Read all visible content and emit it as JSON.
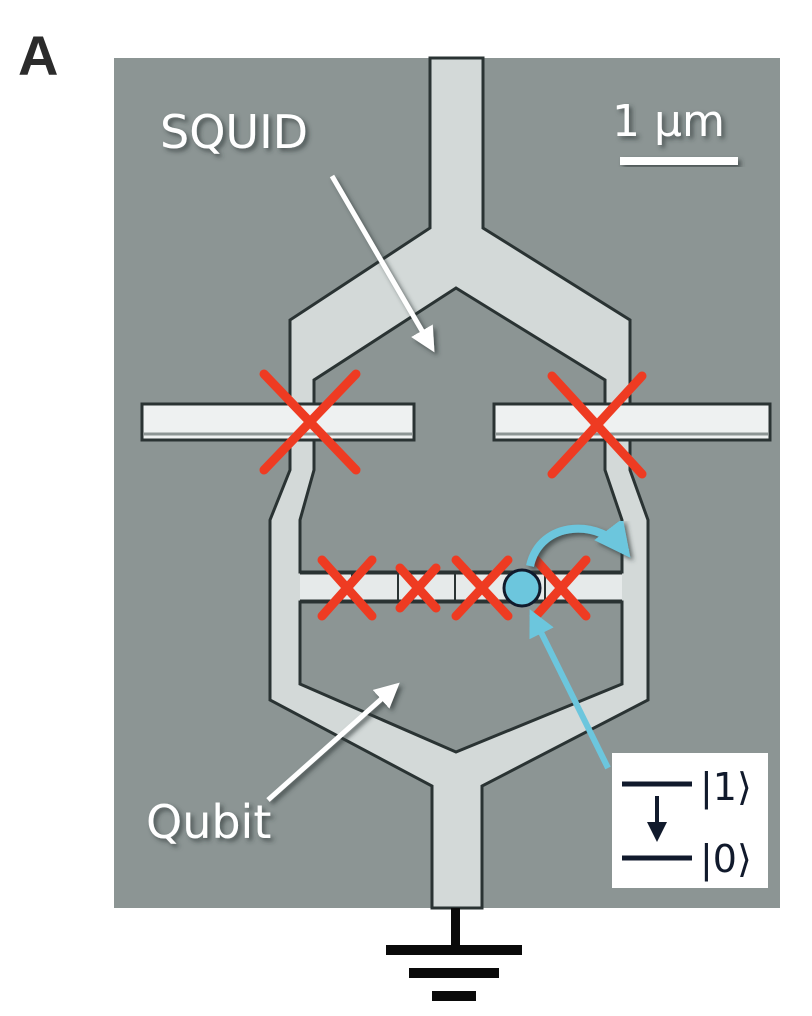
{
  "figure": {
    "panel_label": "A",
    "scale_bar": {
      "label": "1 μm"
    },
    "labels": {
      "squid": "SQUID",
      "qubit": "Qubit"
    },
    "energy_levels": {
      "upper": "|1⟩",
      "lower": "|0⟩"
    },
    "colors": {
      "substrate": "#8c9594",
      "metal": "#d3d9d8",
      "outline": "#2a3333",
      "junction": "#ee3b22",
      "quasiparticle": "#6cc6dd",
      "ground": "#0a0a0a"
    },
    "junctions": {
      "squid_count": 2,
      "chain_count": 4
    },
    "icons": [
      "josephson-junction-cross-icon",
      "quasiparticle-icon",
      "ground-symbol-icon",
      "tunneling-arrow-icon"
    ]
  }
}
